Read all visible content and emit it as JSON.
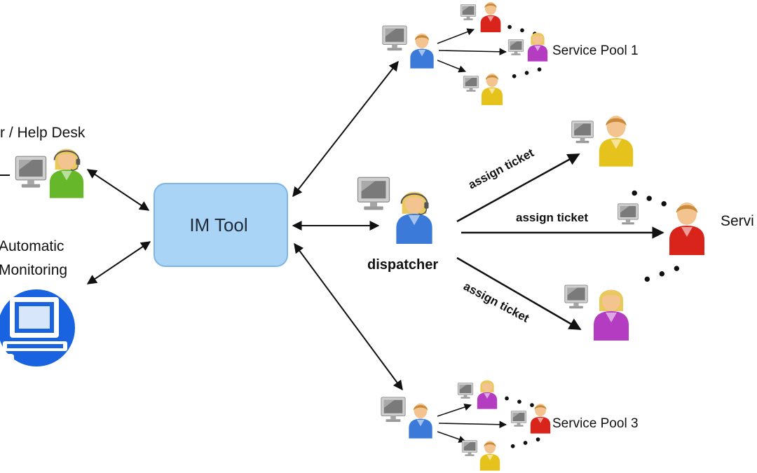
{
  "labels": {
    "im_tool": "IM Tool",
    "dispatcher": "dispatcher",
    "help_desk": "r / Help Desk",
    "automatic": "Automatic",
    "monitoring": "Monitoring",
    "service_pool_1": "Service Pool 1",
    "service_pool_2": "Servi",
    "service_pool_3": "Service Pool 3",
    "assign_ticket_1": "assign ticket",
    "assign_ticket_2": "assign ticket",
    "assign_ticket_3": "assign ticket",
    "ellipsis": "• • •"
  },
  "colors": {
    "im_tool_box": "#a9d4f5",
    "im_tool_border": "#7fb5e3",
    "person_blue": "#3b7ad9",
    "person_yellow": "#e6c21c",
    "person_red": "#d9241c",
    "person_purple": "#b43cc0",
    "person_green": "#66b82a",
    "skin": "#f3c48f",
    "hair_brown": "#c98b3b",
    "hair_blonde": "#e9c95a",
    "monitor_frame": "#bdbdbd",
    "monitor_screen": "#7c7c7c",
    "monitoring_pc": "#1a63e0",
    "arrow": "#111111"
  },
  "icons": {
    "person": "person-icon",
    "monitor": "monitor-icon",
    "monitoring_computer": "computer-icon"
  }
}
